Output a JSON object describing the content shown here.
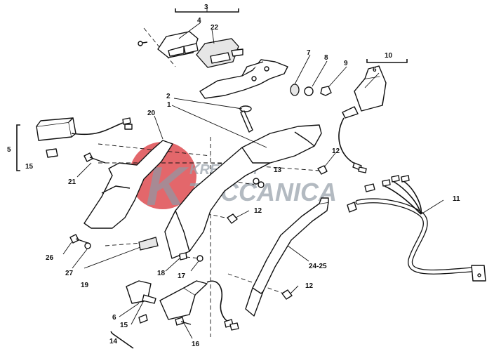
{
  "watermark": {
    "brand_top": "KREIBICH",
    "brand_bottom": "TECCANICA",
    "brand_letter": "K",
    "accent_color": "#d9343a"
  },
  "labels": {
    "l1": "1",
    "l2": "2",
    "l3": "3",
    "l4": "4",
    "l5": "5",
    "l6a": "6",
    "l6b": "6",
    "l7": "7",
    "l8": "8",
    "l9": "9",
    "l10": "10",
    "l11": "11",
    "l12a": "12",
    "l12b": "12",
    "l12c": "12",
    "l13": "13",
    "l14": "14",
    "l15a": "15",
    "l15b": "15",
    "l16": "16",
    "l17": "17",
    "l18": "18",
    "l19": "19",
    "l20": "20",
    "l21": "21",
    "l22": "22",
    "l2425": "24-25",
    "l26": "26",
    "l27": "27"
  }
}
